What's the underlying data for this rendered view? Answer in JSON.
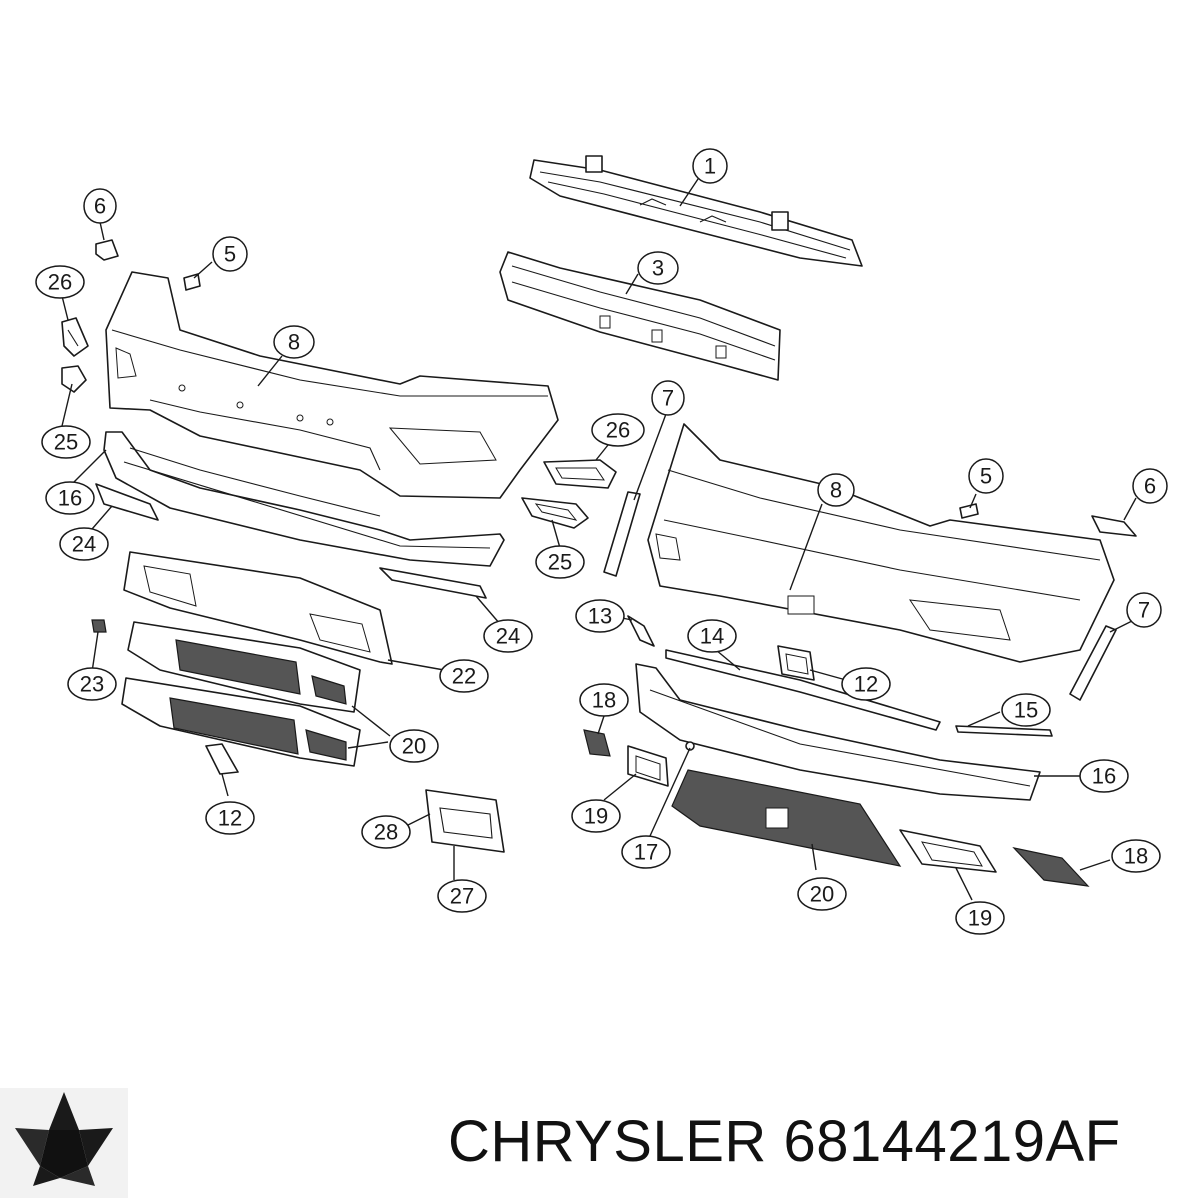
{
  "brand": "CHRYSLER",
  "part_number": "68144219AF",
  "logo": "chrysler-pentastar-logo",
  "callouts": [
    {
      "id": "c1",
      "label": "1"
    },
    {
      "id": "c3",
      "label": "3"
    },
    {
      "id": "c6a",
      "label": "6"
    },
    {
      "id": "c5a",
      "label": "5"
    },
    {
      "id": "c26a",
      "label": "26"
    },
    {
      "id": "c8a",
      "label": "8"
    },
    {
      "id": "c25a",
      "label": "25"
    },
    {
      "id": "c16a",
      "label": "16"
    },
    {
      "id": "c24a",
      "label": "24"
    },
    {
      "id": "c26b",
      "label": "26"
    },
    {
      "id": "c7a",
      "label": "7"
    },
    {
      "id": "c25b",
      "label": "25"
    },
    {
      "id": "c24b",
      "label": "24"
    },
    {
      "id": "c23",
      "label": "23"
    },
    {
      "id": "c22",
      "label": "22"
    },
    {
      "id": "c20a",
      "label": "20"
    },
    {
      "id": "c12a",
      "label": "12"
    },
    {
      "id": "c28",
      "label": "28"
    },
    {
      "id": "c27",
      "label": "27"
    },
    {
      "id": "c8b",
      "label": "8"
    },
    {
      "id": "c5b",
      "label": "5"
    },
    {
      "id": "c6b",
      "label": "6"
    },
    {
      "id": "c7b",
      "label": "7"
    },
    {
      "id": "c13",
      "label": "13"
    },
    {
      "id": "c14",
      "label": "14"
    },
    {
      "id": "c12b",
      "label": "12"
    },
    {
      "id": "c15",
      "label": "15"
    },
    {
      "id": "c18a",
      "label": "18"
    },
    {
      "id": "c16b",
      "label": "16"
    },
    {
      "id": "c19a",
      "label": "19"
    },
    {
      "id": "c17",
      "label": "17"
    },
    {
      "id": "c20b",
      "label": "20"
    },
    {
      "id": "c19b",
      "label": "19"
    },
    {
      "id": "c18b",
      "label": "18"
    }
  ]
}
